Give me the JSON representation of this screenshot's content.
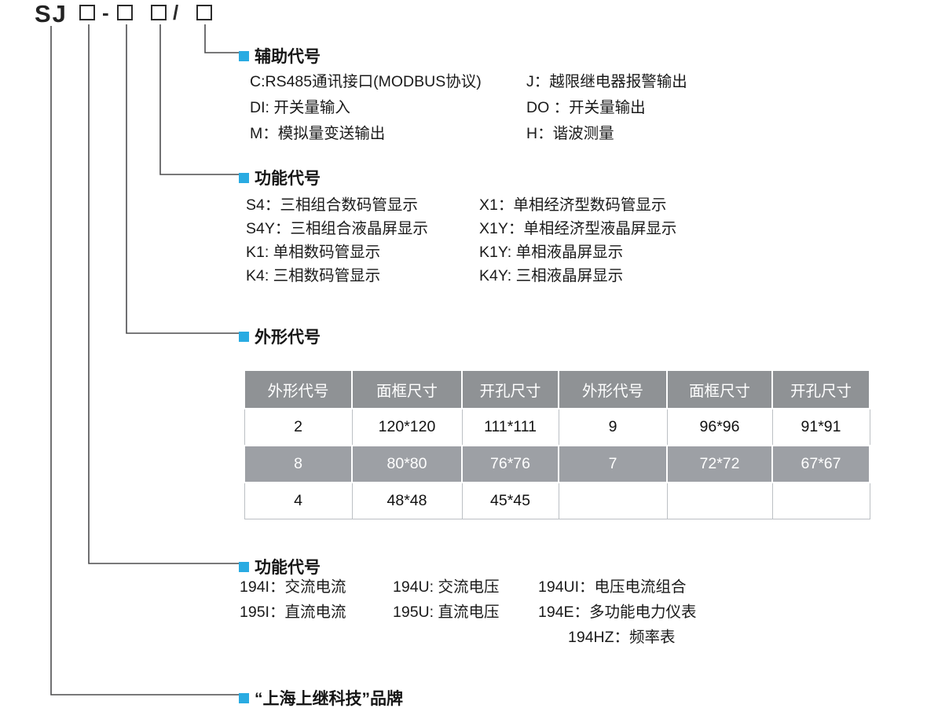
{
  "page": {
    "background": "#ffffff",
    "accent": "#29abe2"
  },
  "model": {
    "prefix": "SJ",
    "dash": "-",
    "slash": "/"
  },
  "auxiliary": {
    "title": "辅助代号",
    "rows": [
      {
        "left": "C:RS485通讯接口(MODBUS协议)",
        "right": "J：越限继电器报警输出"
      },
      {
        "left": "DI: 开关量输入",
        "right": "DO ：开关量输出"
      },
      {
        "left": "M：模拟量变送输出",
        "right": "H：谐波测量"
      }
    ]
  },
  "display": {
    "title": "功能代号",
    "rows": [
      {
        "left": "S4：三相组合数码管显示",
        "right": "X1：单相经济型数码管显示"
      },
      {
        "left": "S4Y：三相组合液晶屏显示",
        "right": "X1Y：单相经济型液晶屏显示"
      },
      {
        "left": "K1: 单相数码管显示",
        "right": "K1Y: 单相液晶屏显示"
      },
      {
        "left": "K4: 三相数码管显示",
        "right": "K4Y: 三相液晶屏显示"
      }
    ]
  },
  "shape": {
    "title": "外形代号",
    "table": {
      "headers": [
        "外形代号",
        "面框尺寸",
        "开孔尺寸",
        "外形代号",
        "面框尺寸",
        "开孔尺寸"
      ],
      "rows": [
        [
          "2",
          "120*120",
          "111*111",
          "9",
          "96*96",
          "91*91"
        ],
        [
          "8",
          "80*80",
          "76*76",
          "7",
          "72*72",
          "67*67"
        ],
        [
          "4",
          "48*48",
          "45*45",
          "",
          "",
          ""
        ]
      ]
    }
  },
  "function": {
    "title": "功能代号",
    "rows": [
      [
        "194I：交流电流",
        "194U: 交流电压",
        "194UI：电压电流组合"
      ],
      [
        "195I：直流电流",
        "195U: 直流电压",
        "194E：多功能电力仪表"
      ],
      [
        "",
        "",
        "194HZ：频率表"
      ]
    ]
  },
  "brand": {
    "label": "“上海上继科技”品牌"
  }
}
